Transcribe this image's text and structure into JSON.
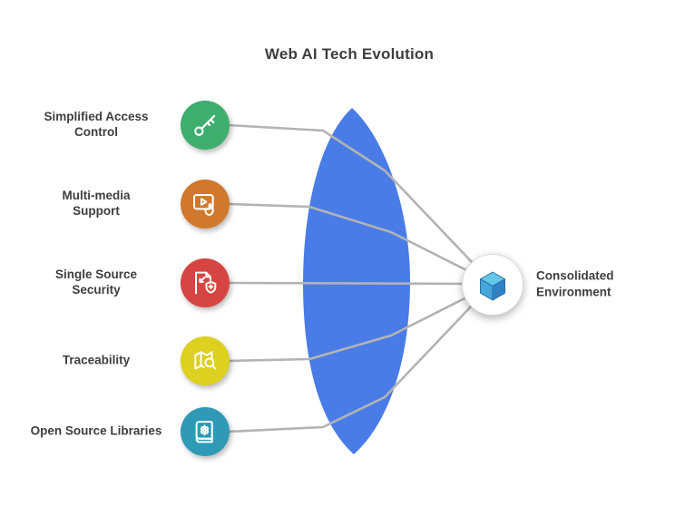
{
  "title": "Web AI Tech Evolution",
  "colors": {
    "lens": "#4a7ce8",
    "connector_line": "#b3b3b3",
    "text": "#3e3e3e"
  },
  "features": [
    {
      "label_line1": "Simplified Access",
      "label_line2": "Control",
      "color": "#3dae6e",
      "icon": "key-icon"
    },
    {
      "label_line1": "Multi-media",
      "label_line2": "Support",
      "color": "#d0792d",
      "icon": "interactive-video-icon"
    },
    {
      "label_line1": "Single Source",
      "label_line2": "Security",
      "color": "#d64541",
      "icon": "secure-document-icon"
    },
    {
      "label_line1": "Traceability",
      "label_line2": "",
      "color": "#ddd01f",
      "icon": "map-search-icon"
    },
    {
      "label_line1": "Open Source Libraries",
      "label_line2": "",
      "color": "#2e9ab5",
      "icon": "knowledge-base-icon"
    }
  ],
  "result": {
    "label_line1": "Consolidated",
    "label_line2": "Environment",
    "cube_top": "#63c7e9",
    "cube_left": "#46a5da",
    "cube_right": "#2f81c3",
    "cube_edge": "#2a6fa6"
  }
}
